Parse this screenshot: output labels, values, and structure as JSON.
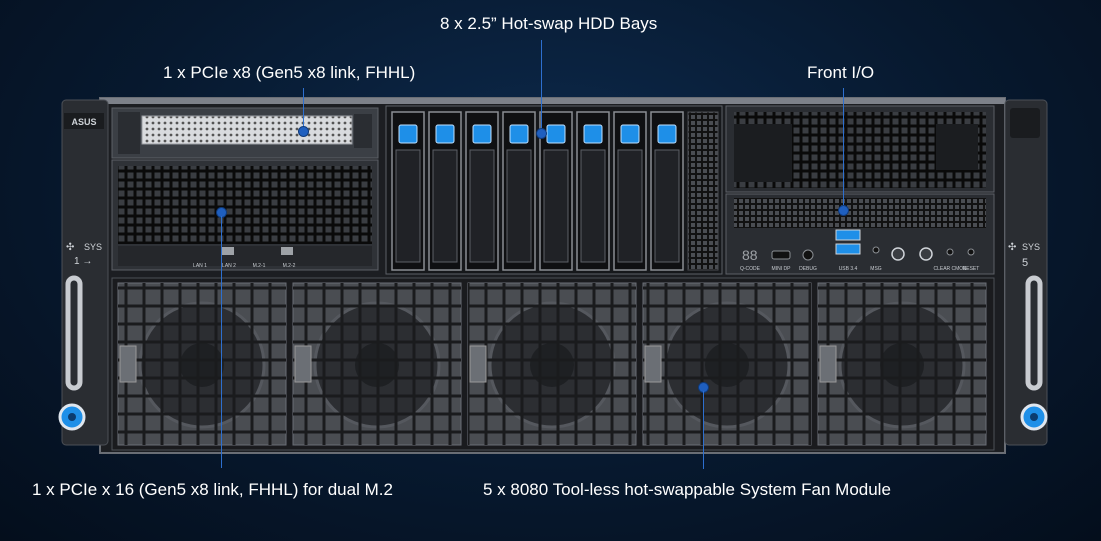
{
  "callouts": {
    "hdd_bays": "8 x 2.5” Hot-swap HDD Bays",
    "pcie_top": "1 x PCIe x8 (Gen5 x8 link, FHHL)",
    "front_io": "Front I/O",
    "pcie_bottom": "1 x PCIe x 16 (Gen5 x8 link, FHHL) for dual M.2",
    "fans": "5 x 8080 Tool-less hot-swappable System Fan Module"
  },
  "chassis": {
    "brand": "ASUS",
    "left_sys_label": "SYS",
    "left_sys_num": "1 →",
    "right_sys_label": "SYS",
    "right_sys_num": "5",
    "port_labels": [
      "LAN 1",
      "LAN 2",
      "M.2-1",
      "M.2-2"
    ],
    "io_labels": [
      "Q-CODE",
      "MINI DP",
      "DEBUG",
      "USB 3.4",
      "MSG",
      "CLEAR CMOS",
      "RESET"
    ],
    "qcode_display": "88"
  },
  "colors": {
    "accent_blue": "#1e8fe8",
    "leader_blue": "#2d6fcf",
    "background": "#07192f"
  }
}
